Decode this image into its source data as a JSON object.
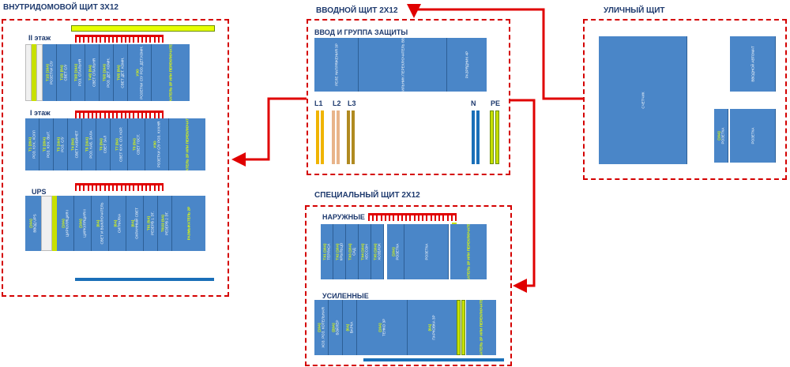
{
  "panels": {
    "internal": {
      "title": "ВНУТРИДОМОВОЙ ЩИТ 3Х12",
      "floor2": "II этаж",
      "floor1": "I этаж",
      "ups": "UPS"
    },
    "input": {
      "title": "ВВОДНОЙ ЩИТ 2Х12",
      "group": "ВВОД И ГРУППА ЗАЩИТЫ",
      "l1": "L1",
      "l2": "L2",
      "l3": "L3",
      "n": "N",
      "pe": "PE"
    },
    "street": {
      "title": "УЛИЧНЫЙ ЩИТ"
    },
    "special": {
      "title": "СПЕЦИАЛЬНЫЙ ЩИТ 2Х12",
      "outer": "НАРУЖНЫЕ",
      "strong": "УСИЛЕННЫЕ"
    }
  },
  "floor2_modules": [
    {
      "y": "T1/2 (16A)",
      "w": "РОЗЕТКИ С/У"
    },
    {
      "y": "T2/2 (8A)",
      "w": "СВЕТ С/У"
    },
    {
      "y": "T3/2 (16A)",
      "w": "РОЗ. СПАЛЬНЯ"
    },
    {
      "y": "T4/2 (8A)",
      "w": "СВЕТ СПАЛЬНЯ"
    },
    {
      "y": "T5/2 (16A)",
      "w": "РОЗ. ДЕТ. КОМН."
    },
    {
      "y": "T6/2 (8A)",
      "w": "СВЕТ ДЕТ. КОМН."
    },
    {
      "y": "УЗО",
      "w": "РОЗЕТКИ С/У РОЗ. ДЕТ.КОМН."
    },
    {
      "y": "РАЗМЫКАТЕЛЬ 2P ИЛИ ПЕРЕКЛЮЧАТЕЛЬ ФАЗ",
      "w": ""
    }
  ],
  "floor1_modules": [
    {
      "y": "T1 (20A)",
      "w": "РОЗ. КУХ. ХОЛЛ"
    },
    {
      "y": "T2 (20A)",
      "w": "РОЗ. КУХ. ВЫТ."
    },
    {
      "y": "T3 (16A)",
      "w": "РОЗ. С/У"
    },
    {
      "y": "T4 (8A)",
      "w": "СВЕТ КАБИНЕТ"
    },
    {
      "y": "T5 (16A)",
      "w": "РОЗ. КАБ. ЗАЛА"
    },
    {
      "y": "T6 (8A)",
      "w": "СВЕТ ЗАЛ"
    },
    {
      "y": "T7 (8A)",
      "w": "СВЕТ КУХ. С/У, КОР."
    },
    {
      "y": "T8 (8A)",
      "w": "СВЕТ ГОСТ."
    },
    {
      "y": "УЗО",
      "w": "РОЗЕТКИ С/У РОЗ. КУХНЯ"
    },
    {
      "y": "РАЗМЫКАТЕЛЬ 2P ИЛИ ПЕРЕКЛЮЧАТЕЛЬ ФАЗ",
      "w": ""
    }
  ],
  "ups_modules": [
    {
      "y": "(16A)",
      "w": "ВВОД UPS"
    },
    {
      "y": "(10A)",
      "w": "ЦИРКУЛЯЦИЯ I"
    },
    {
      "y": "(10A)",
      "w": "ЦИРКУЛЯЦИЯ II"
    },
    {
      "y": "(6A)",
      "w": "СВЕТ И ВЫКЛЮЧАТЕЛЬ"
    },
    {
      "y": "(6A)",
      "w": "СИГНАЛКА"
    },
    {
      "y": "(6A)",
      "w": "ОХРАННЫЙ СВЕТ"
    },
    {
      "y": "T01 (6A)",
      "w": "РЕЗЕРВ 1 ЭТ."
    },
    {
      "y": "T01/2 (6A)",
      "w": "РЕЗЕРВ 2 ЭТ."
    },
    {
      "y": "РАЗМЫКАТЕЛЬ 2P",
      "w": ""
    }
  ],
  "input_modules": [
    {
      "y": "",
      "w": "РЕЛЕ НАПРЯЖЕНИЯ 3P"
    },
    {
      "y": "",
      "w": "ГЛАВНЫЙ РУБИЛЬНИК ПЕРЕКЛЮЧАТЕЛЬ ВВОДА-РЕЗЕРВА"
    },
    {
      "y": "",
      "w": "РАЗРЯДНИК 4P"
    }
  ],
  "street_modules": {
    "meter": "СЧЕТЧИК",
    "main_breaker": "ВВОДНОЙ АВТОМАТ",
    "socket_breaker_y": "(16A)",
    "socket_breaker_w": "РОЗЕТКА",
    "socket": "РОЗЕТКА"
  },
  "outer_modules": [
    {
      "y": "TX1 (16A)",
      "w": "ТЕРРАСА"
    },
    {
      "y": "TX2 (16A)",
      "w": "КРЫЛЬЦО"
    },
    {
      "y": "TX3 (16A)",
      "w": "САД"
    },
    {
      "y": "TX4 (16A)",
      "w": "КЕССОН"
    },
    {
      "y": "TX5 (16A)",
      "w": "ХОЗБЛОК"
    },
    {
      "y": "(16A)",
      "w": "РОЗЕТКА"
    },
    {
      "y": "",
      "w": "РОЗЕТКА"
    },
    {
      "y": "РАЗМЫКАТЕЛЬ 2P ИЛИ ПЕРЕКЛЮЧАТЕЛЬ ФАЗ",
      "w": ""
    }
  ],
  "strong_modules": [
    {
      "y": "(16A)",
      "w": "ХОЗ. РОЗ. КОТЕЛЬНАЯ"
    },
    {
      "y": "(20A)",
      "w": "БОЙЛЕР"
    },
    {
      "y": "(6A)",
      "w": "ВАРКА"
    },
    {
      "y": "(16A)",
      "w": "ТЕНКО 3P"
    },
    {
      "y": "(6A)",
      "w": "ПАРКОВКА 3P"
    },
    {
      "y": "РАЗМЫКАТЕЛЬ 2P ИЛИ ПЕРЕКЛЮЧАТЕЛЬ ФАЗ",
      "w": ""
    }
  ],
  "colors": {
    "red": "#e00000",
    "blue": "#4a86c8",
    "yellow": "#e6ff00",
    "bus_l1": "#f0b400",
    "bus_l2": "#e8b48a",
    "bus_l3": "#b08a20",
    "bus_n": "#1a6fb8",
    "bus_pe": "#c8e000"
  }
}
